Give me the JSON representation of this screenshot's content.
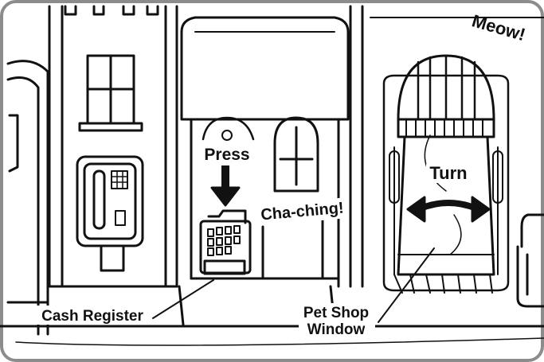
{
  "labels": {
    "meow": "Meow!",
    "press": "Press",
    "turn": "Turn",
    "cha_ching": "Cha-ching!",
    "cash_register": "Cash Register",
    "pet_shop_line1": "Pet Shop",
    "pet_shop_line2": "Window"
  },
  "colors": {
    "ink": "#111111",
    "paper": "#ffffff",
    "frame": "#8c8c8c"
  }
}
